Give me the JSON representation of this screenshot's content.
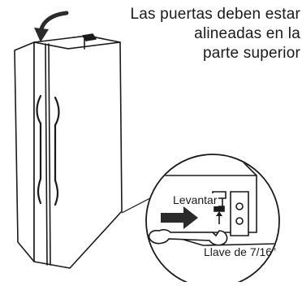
{
  "caption": {
    "line1": "Las puertas deben estar",
    "line2": "alineadas en la",
    "line3": "parte superior"
  },
  "labels": {
    "lift": "Levantar",
    "wrench": "Llave de 7/16”"
  },
  "colors": {
    "ink": "#1a1a1a",
    "paper": "#ffffff",
    "arrow_fill": "#2b2b2b"
  },
  "icons": {
    "top_arrow": "curved-arrow-down-icon",
    "push_arrow": "arrow-right-icon",
    "lift_arrow": "arrow-up-icon",
    "wrench": "wrench-icon"
  }
}
